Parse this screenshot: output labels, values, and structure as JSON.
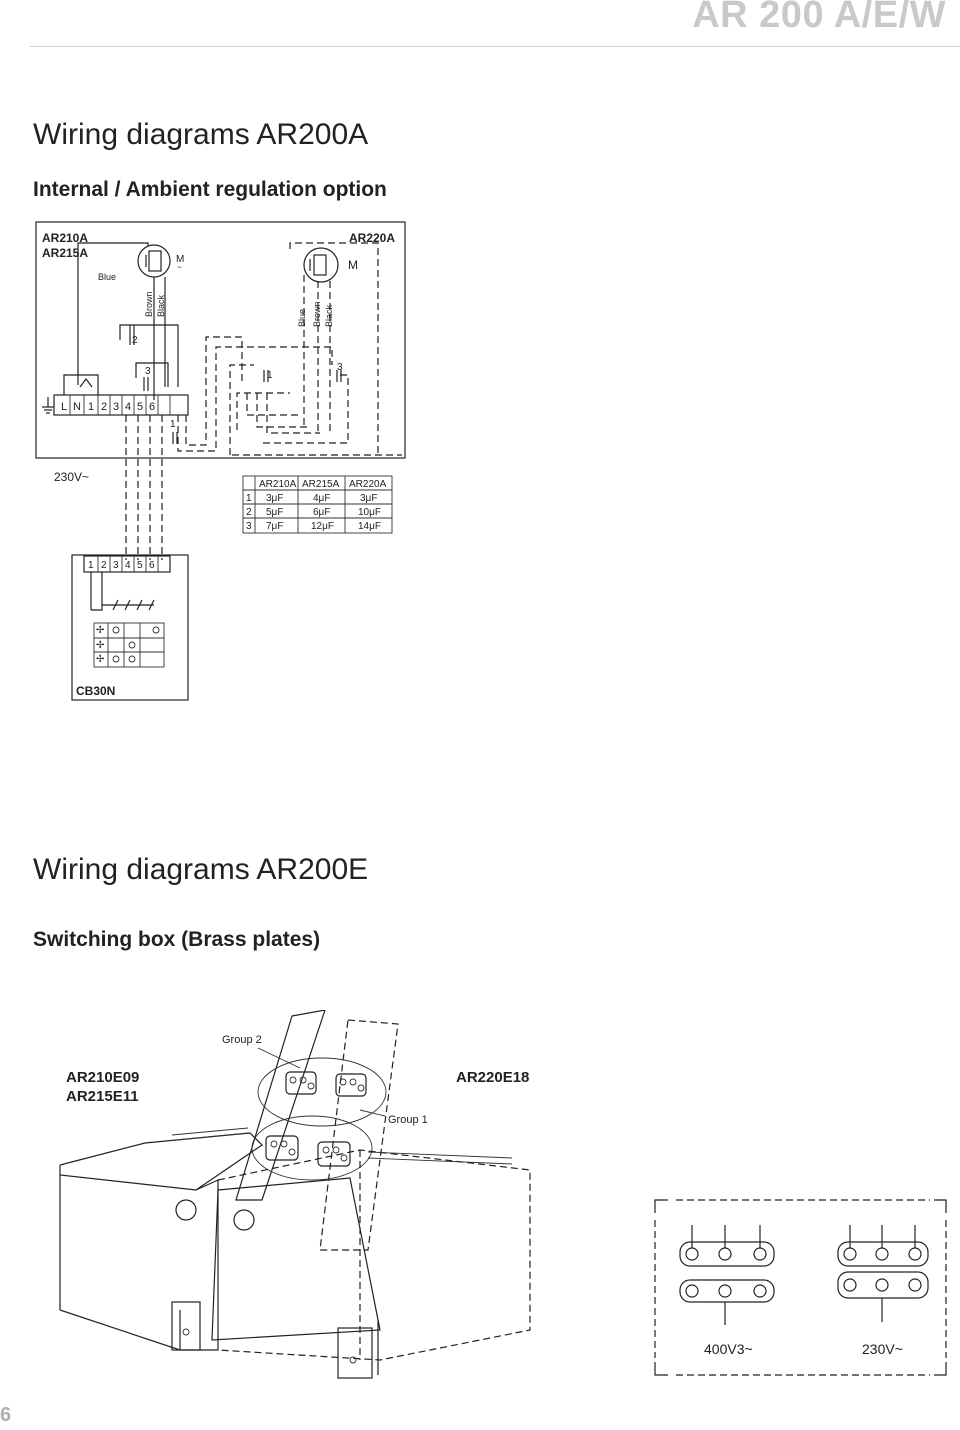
{
  "header": {
    "title": "AR 200 A/E/W"
  },
  "page_number": "6",
  "section_a": {
    "title": "Wiring diagrams AR200A",
    "subtitle": "Internal / Ambient regulation option",
    "model_left_1": "AR210A",
    "model_left_2": "AR215A",
    "model_right": "AR220A",
    "motor_label": "M",
    "motor_sub": "~",
    "wire_blue": "Blue",
    "wire_brown": "Brown",
    "wire_black": "Black",
    "cap_labels": [
      "1",
      "2",
      "3"
    ],
    "terminal_labels": [
      "L",
      "N",
      "1",
      "2",
      "3",
      "4",
      "5",
      "6"
    ],
    "supply": "230V~",
    "cap_table": {
      "headers": [
        "AR210A",
        "AR215A",
        "AR220A"
      ],
      "rows": [
        {
          "n": "1",
          "values": [
            "3μF",
            "4μF",
            "3μF"
          ]
        },
        {
          "n": "2",
          "values": [
            "5μF",
            "6μF",
            "10μF"
          ]
        },
        {
          "n": "3",
          "values": [
            "7μF",
            "12μF",
            "14μF"
          ]
        }
      ]
    },
    "controller_terminals": [
      "1",
      "2",
      "3",
      "4",
      "5",
      "6"
    ],
    "controller_name": "CB30N"
  },
  "section_e": {
    "title": "Wiring diagrams AR200E",
    "subtitle": "Switching box (Brass plates)",
    "group2": "Group 2",
    "group1": "Group 1",
    "model_left_1": "AR210E09",
    "model_left_2": "AR215E11",
    "model_right": "AR220E18",
    "voltage_left": "400V3~",
    "voltage_right": "230V~"
  }
}
